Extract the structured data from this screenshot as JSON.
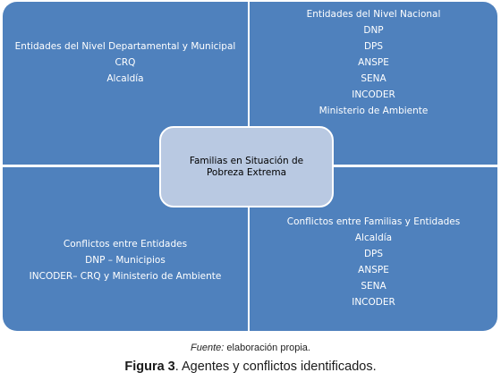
{
  "diagram": {
    "top_left": [
      "Entidades del Nivel Departamental y Municipal",
      "CRQ",
      "Alcaldía"
    ],
    "top_right": [
      "Entidades del Nivel Nacional",
      "DNP",
      "DPS",
      "ANSPE",
      "SENA",
      "INCODER",
      "Ministerio de Ambiente"
    ],
    "bottom_left": [
      "Conflictos entre Entidades",
      "DNP – Municipios",
      "INCODER– CRQ y Ministerio de Ambiente"
    ],
    "bottom_right": [
      "Conflictos entre Familias y Entidades",
      "Alcaldía",
      "DPS",
      "ANSPE",
      "SENA",
      "INCODER"
    ],
    "center": "Familias en Situación de Pobreza Extrema"
  },
  "caption": {
    "source_label": "Fuente:",
    "source_text": " elaboración propia.",
    "figure_label": "Figura 3",
    "figure_text": ". Agentes y conflictos identificados."
  },
  "colors": {
    "quadrant_fill": "#4f81bd",
    "center_fill": "#b9c9e2",
    "quadrant_text": "#ffffff"
  }
}
